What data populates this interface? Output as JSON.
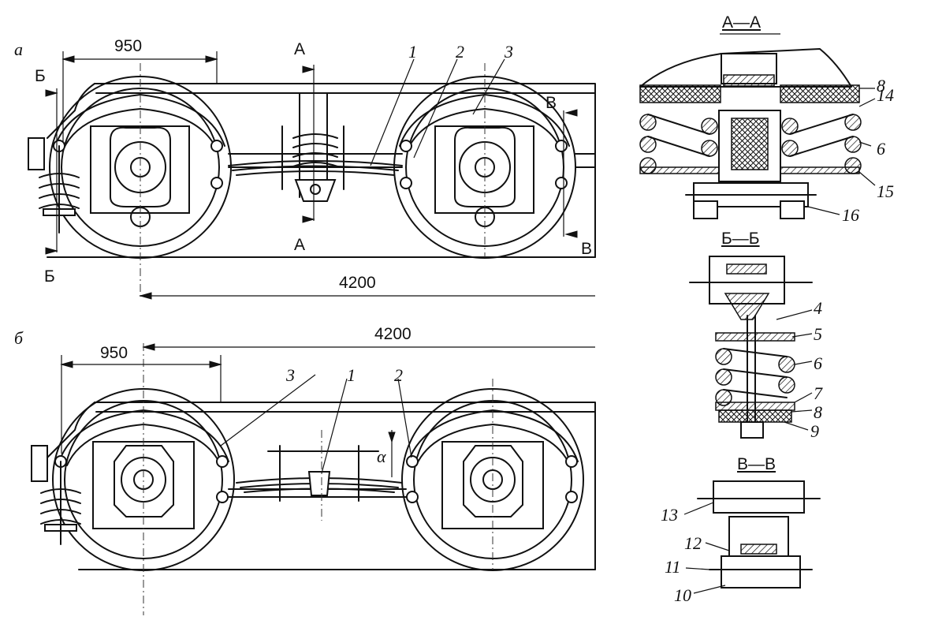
{
  "view_a": {
    "label": "а",
    "dim_spring_offset": "950",
    "dim_wheelbase": "4200",
    "callouts": [
      "1",
      "2",
      "3"
    ],
    "cut_a": "А",
    "cut_b": "Б",
    "cut_v": "В"
  },
  "view_b": {
    "label": "б",
    "dim_spring_offset": "950",
    "dim_wheelbase": "4200",
    "callouts": [
      "3",
      "1",
      "2"
    ],
    "angle": "α"
  },
  "section_aa": {
    "title": "А—А",
    "callouts": [
      "8",
      "14",
      "6",
      "15",
      "16"
    ]
  },
  "section_bb": {
    "title": "Б—Б",
    "callouts": [
      "4",
      "5",
      "6",
      "7",
      "8",
      "9"
    ]
  },
  "section_vv": {
    "title": "В—В",
    "callouts": [
      "13",
      "12",
      "11",
      "10"
    ]
  }
}
